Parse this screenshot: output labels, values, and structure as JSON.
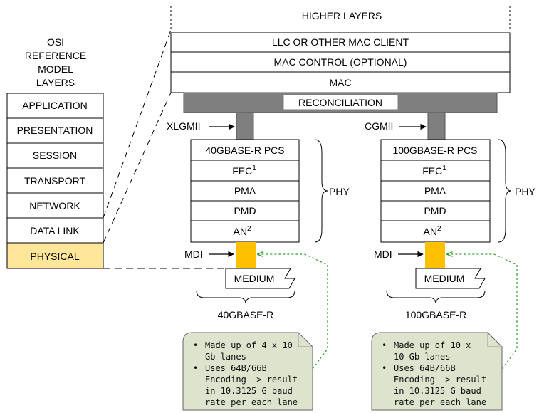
{
  "osi": {
    "title_lines": [
      "OSI",
      "REFERENCE",
      "MODEL",
      "LAYERS"
    ],
    "layers": [
      "APPLICATION",
      "PRESENTATION",
      "SESSION",
      "TRANSPORT",
      "NETWORK",
      "DATA LINK",
      "PHYSICAL"
    ]
  },
  "stack": {
    "higher_layers": "HIGHER LAYERS",
    "llc": "LLC OR OTHER MAC CLIENT",
    "mac_control": "MAC CONTROL (OPTIONAL)",
    "mac": "MAC",
    "reconciliation": "RECONCILIATION"
  },
  "phy40": {
    "interface": "XLGMII",
    "pcs": "40GBASE-R PCS",
    "fec": "FEC",
    "fec_sup": "1",
    "pma": "PMA",
    "pmd": "PMD",
    "an": "AN",
    "an_sup": "2",
    "phy": "PHY",
    "mdi": "MDI",
    "medium": "MEDIUM",
    "name": "40GBASE-R",
    "note_lines": [
      "Made up of 4 x 10",
      "Gb lanes",
      "Uses 64B/66B",
      "Encoding -> result",
      "in 10.3125 G baud",
      "rate per each lane"
    ],
    "note_bullet_starts": [
      0,
      2
    ]
  },
  "phy100": {
    "interface": "CGMII",
    "pcs": "100GBASE-R PCS",
    "fec": "FEC",
    "fec_sup": "1",
    "pma": "PMA",
    "pmd": "PMD",
    "an": "AN",
    "an_sup": "2",
    "phy": "PHY",
    "mdi": "MDI",
    "medium": "MEDIUM",
    "name": "100GBASE-R",
    "note_lines": [
      "Made up of 10 x",
      "10 Gb lanes",
      "Uses 64B/66B",
      "Encoding -> result",
      "in 10.3125 G baud",
      "rate per each lane"
    ],
    "note_bullet_starts": [
      0,
      2
    ]
  },
  "colors": {
    "physical_fill": "#ffe699",
    "reconciliation_bar": "#7f7f7f",
    "mdi_orange": "#ffc000",
    "note_fill": "#dde3cc",
    "dotted_arrow": "#33a02c"
  }
}
